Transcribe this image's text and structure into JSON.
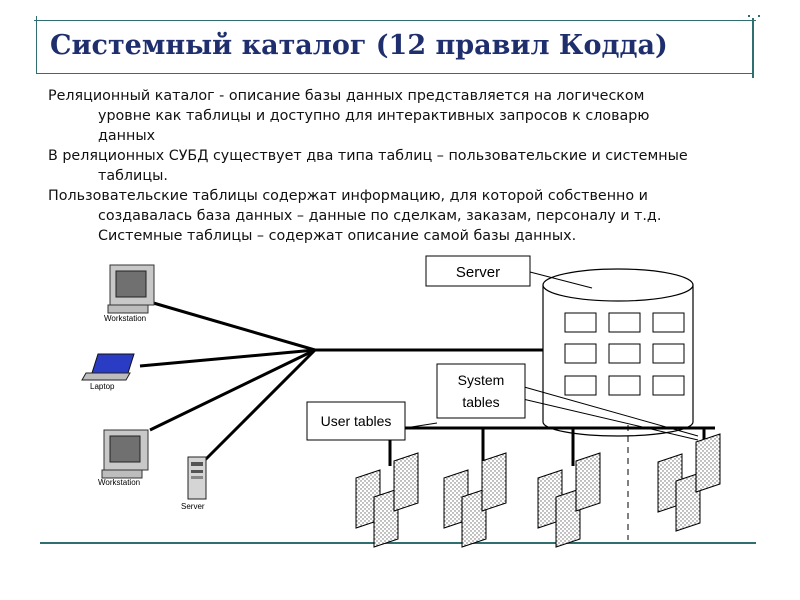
{
  "slide": {
    "title": "Системный каталог (12 правил Кодда)",
    "paragraphs": [
      {
        "first": "Реляционный каталог - описание базы данных представляется на логическом",
        "cont": [
          "уровне как таблицы и доступно для интерактивных запросов к словарю",
          "данных"
        ]
      },
      {
        "first": "В реляционных СУБД существует два типа таблиц – пользовательские и системные",
        "cont": [
          "таблицы."
        ]
      },
      {
        "first": "Пользовательские таблицы содержат информацию, для которой собственно и",
        "cont": [
          "создавалась база данных – данные по сделкам, заказам, персоналу и т.д.",
          "Системные таблицы – содержат описание самой базы данных."
        ]
      }
    ]
  },
  "diagram": {
    "devices": {
      "workstation_1": "Workstation",
      "laptop": "Laptop",
      "workstation_2": "Workstation",
      "server": "Server"
    },
    "callouts": {
      "server": "Server",
      "system_tables_1": "System",
      "system_tables_2": "tables",
      "user_tables": "User tables"
    }
  }
}
